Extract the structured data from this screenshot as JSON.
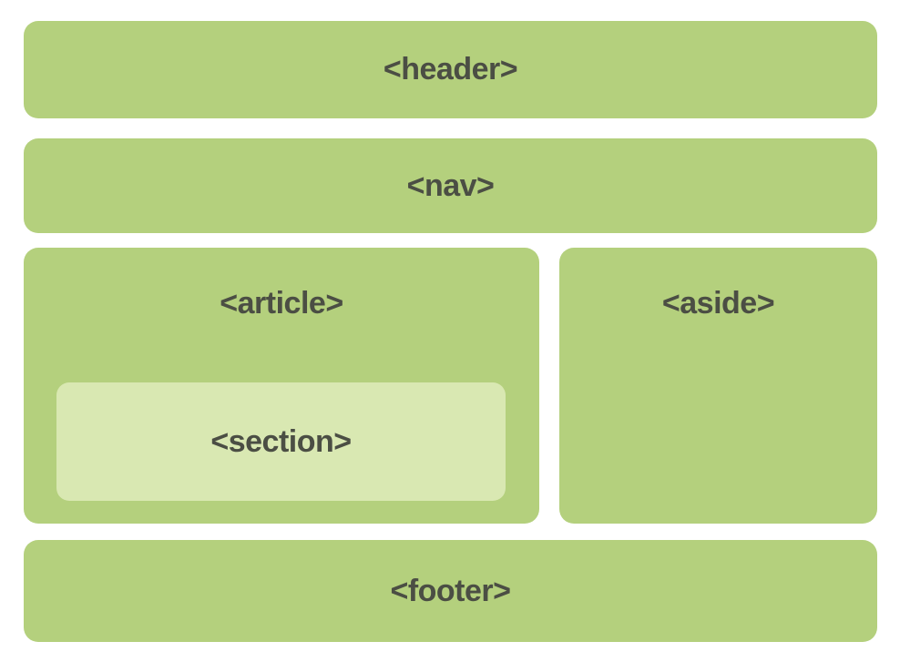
{
  "diagram": {
    "boxes": {
      "header": {
        "label": "<header>"
      },
      "nav": {
        "label": "<nav>"
      },
      "article": {
        "label": "<article>"
      },
      "section": {
        "label": "<section>"
      },
      "aside": {
        "label": "<aside>"
      },
      "footer": {
        "label": "<footer>"
      }
    },
    "colors": {
      "box_green": "#b4d07d",
      "section_green": "#d9e8b2",
      "label_text": "#4b4e44",
      "background": "#ffffff"
    }
  }
}
